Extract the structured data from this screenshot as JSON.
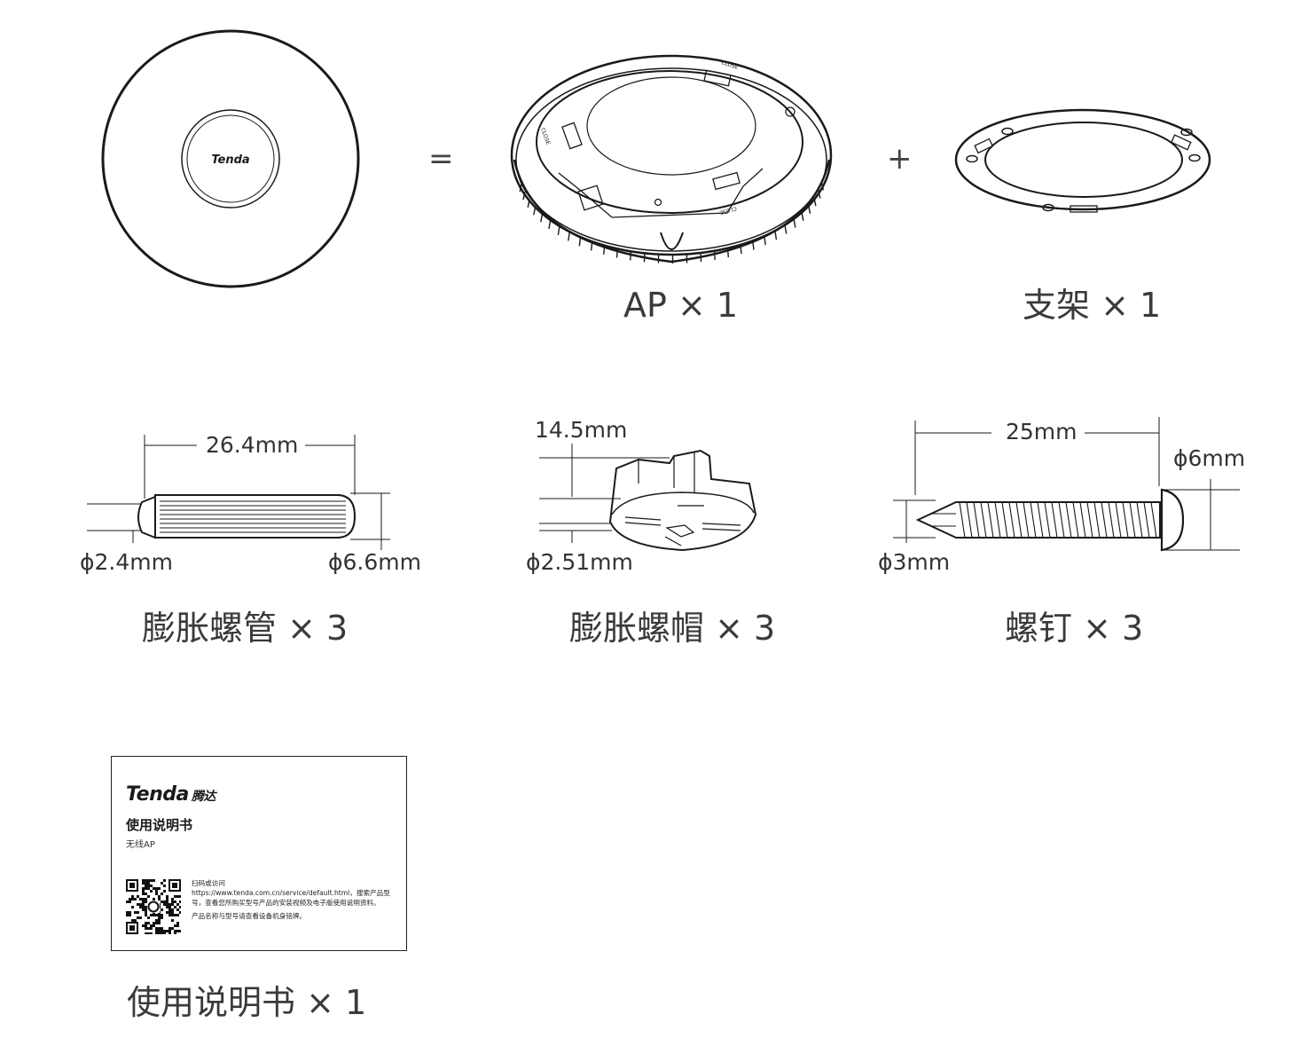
{
  "items": {
    "ap": {
      "label": "AP × 1"
    },
    "bracket": {
      "label": "支架 × 1"
    },
    "anchor": {
      "label": "膨胀螺管 × 3",
      "length": "26.4mm",
      "dia_small": "ϕ2.4mm",
      "dia_large": "ϕ6.6mm"
    },
    "cap": {
      "label": "膨胀螺帽 × 3",
      "length": "14.5mm",
      "dia": "ϕ2.51mm"
    },
    "screw": {
      "label": "螺钉 × 3",
      "length": "25mm",
      "head_dia": "ϕ6mm",
      "shaft_dia": "ϕ3mm"
    },
    "manual": {
      "label": "使用说明书 × 1"
    }
  },
  "operators": {
    "equals": "=",
    "plus": "+"
  },
  "device_logo": "Tenda",
  "mount_marks": {
    "close": "CLOSE"
  },
  "manual_card": {
    "brand": "Tenda",
    "brand_cn": "腾达",
    "title": "使用说明书",
    "subtitle": "无线AP",
    "scan_line": "扫码或访问",
    "url_line": "https://www.tenda.com.cn/service/default.html，搜索产品型号，查看您所购买型号产品的安装视频及电子版使用说明资料。",
    "note_line": "产品名称与型号请查看设备机身铭牌。"
  },
  "colors": {
    "ink": "#1a1a1a",
    "text": "#3a3a3a"
  }
}
